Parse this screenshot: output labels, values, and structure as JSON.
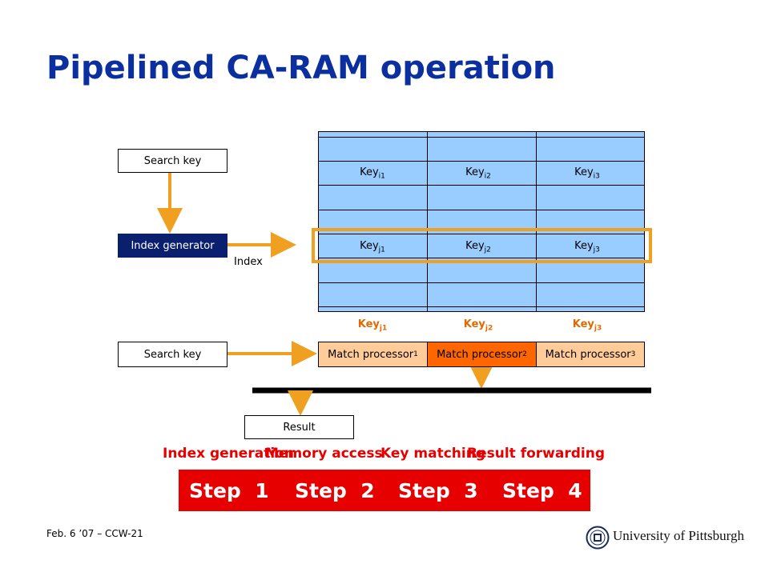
{
  "title": "Pipelined CA-RAM operation",
  "search_key_top": "Search key",
  "index_generator": "Index generator",
  "index_label": "Index",
  "memory": {
    "row_i": [
      {
        "base": "Key",
        "sub": "i1"
      },
      {
        "base": "Key",
        "sub": "i2"
      },
      {
        "base": "Key",
        "sub": "i3"
      }
    ],
    "row_j": [
      {
        "base": "Key",
        "sub": "j1"
      },
      {
        "base": "Key",
        "sub": "j2"
      },
      {
        "base": "Key",
        "sub": "j3"
      }
    ]
  },
  "fetched_keys": [
    {
      "base": "Key",
      "sub": "j1"
    },
    {
      "base": "Key",
      "sub": "j2"
    },
    {
      "base": "Key",
      "sub": "j3"
    }
  ],
  "search_key_bottom": "Search key",
  "match_processors": [
    {
      "base": "Match processor",
      "sub": "1"
    },
    {
      "base": "Match processor",
      "sub": "2"
    },
    {
      "base": "Match processor",
      "sub": "3"
    }
  ],
  "result": "Result",
  "stage_labels": [
    "Index generation",
    "Memory access",
    "Key matching",
    "Result forwarding"
  ],
  "steps": [
    "Step  1",
    "Step  2",
    "Step  3",
    "Step  4"
  ],
  "footer": "Feb. 6 ’07 – CCW-21",
  "university": "University of Pittsburgh",
  "colors": {
    "title": "#0b2f9e",
    "memory": "#99ccff",
    "arrow": "#f0a020",
    "highlight": "#f0a020",
    "index_generator": "#0a1f6e",
    "match_processor": "#ffcc99",
    "match_processor_active": "#ff6600",
    "step_bar": "#e60000",
    "stage_text": "#e60000"
  },
  "icons": [
    "university-seal-icon"
  ]
}
